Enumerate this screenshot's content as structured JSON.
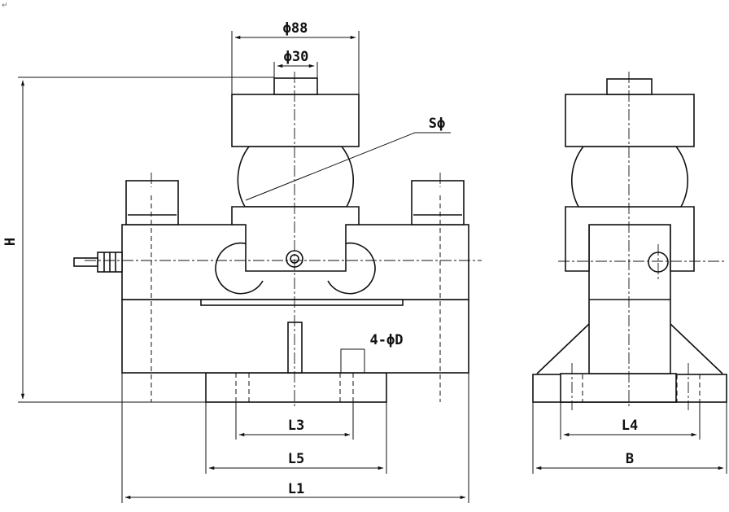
{
  "corner_mark": "↵",
  "labels": {
    "phi88": "ϕ88",
    "phi30": "ϕ30",
    "s_phi": "Sϕ",
    "hole_spec": "4-ϕD",
    "h": "H",
    "l3": "L3",
    "l5": "L5",
    "l1": "L1",
    "l4": "L4",
    "b": "B"
  },
  "colors": {
    "stroke": "#111111",
    "fill": "#ffffff"
  }
}
